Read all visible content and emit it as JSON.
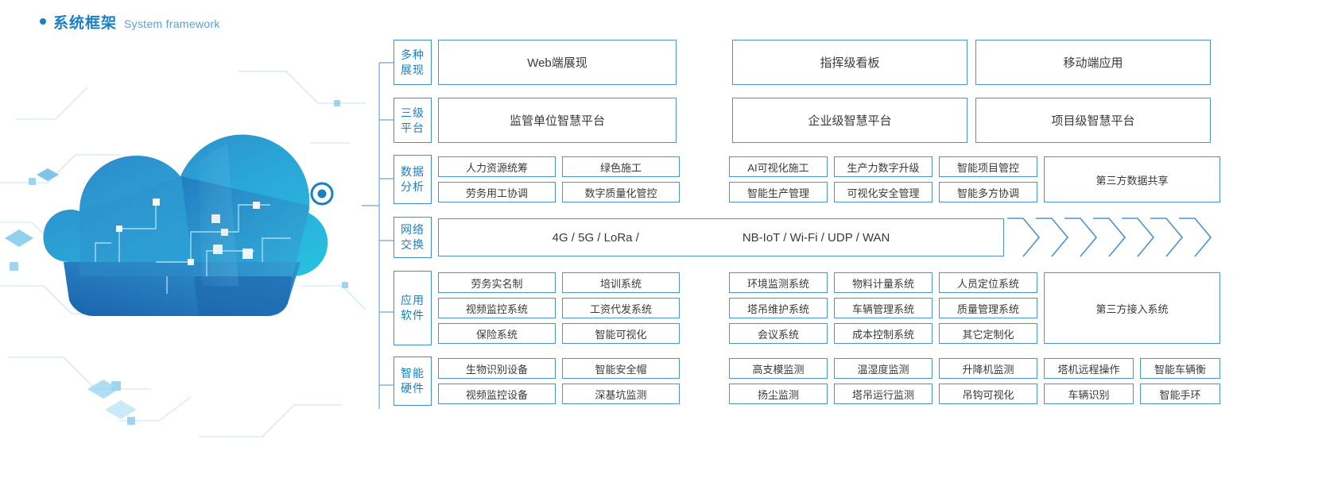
{
  "heading": {
    "title_cn": "系统框架",
    "title_en": "System framework",
    "accent": "#1a7fc4"
  },
  "theme": {
    "border": "#4b93cf",
    "label_text": "#1a7fc4",
    "cell_text": "#3a3a3a"
  },
  "rows": [
    {
      "label_line1": "多种",
      "label_line2": "展现",
      "cells": [
        "Web端展现",
        "指挥级看板",
        "移动端应用"
      ]
    },
    {
      "label_line1": "三级",
      "label_line2": "平台",
      "cells": [
        "监管单位智慧平台",
        "企业级智慧平台",
        "项目级智慧平台"
      ]
    },
    {
      "label_line1": "数据",
      "label_line2": "分析",
      "left": [
        [
          "人力资源统筹",
          "绿色施工"
        ],
        [
          "劳务用工协调",
          "数字质量化管控"
        ]
      ],
      "mid": [
        [
          "AI可视化施工",
          "生产力数字升级",
          "智能项目管控"
        ],
        [
          "智能生产管理",
          "可视化安全管理",
          "智能多方协调"
        ]
      ],
      "right": "第三方数据共享"
    },
    {
      "label_line1": "网络",
      "label_line2": "交换",
      "net_left": "4G / 5G / LoRa /",
      "net_right": "NB-IoT / Wi-Fi / UDP / WAN",
      "chevron_count": 7
    },
    {
      "label_line1": "应用",
      "label_line2": "软件",
      "left": [
        [
          "劳务实名制",
          "培训系统"
        ],
        [
          "视频监控系统",
          "工资代发系统"
        ],
        [
          "保险系统",
          "智能可视化"
        ]
      ],
      "mid": [
        [
          "环境监测系统",
          "物料计量系统",
          "人员定位系统"
        ],
        [
          "塔吊维护系统",
          "车辆管理系统",
          "质量管理系统"
        ],
        [
          "会议系统",
          "成本控制系统",
          "其它定制化"
        ]
      ],
      "right": "第三方接入系统"
    },
    {
      "label_line1": "智能",
      "label_line2": "硬件",
      "left": [
        [
          "生物识别设备",
          "智能安全帽"
        ],
        [
          "视频监控设备",
          "深基坑监测"
        ]
      ],
      "mid": [
        [
          "高支模监测",
          "温湿度监测",
          "升降机监测"
        ],
        [
          "扬尘监测",
          "塔吊运行监测",
          "吊钩可视化"
        ]
      ],
      "far": [
        [
          "塔机远程操作",
          "智能车辆衡"
        ],
        [
          "车辆识别",
          "智能手环"
        ]
      ]
    }
  ]
}
